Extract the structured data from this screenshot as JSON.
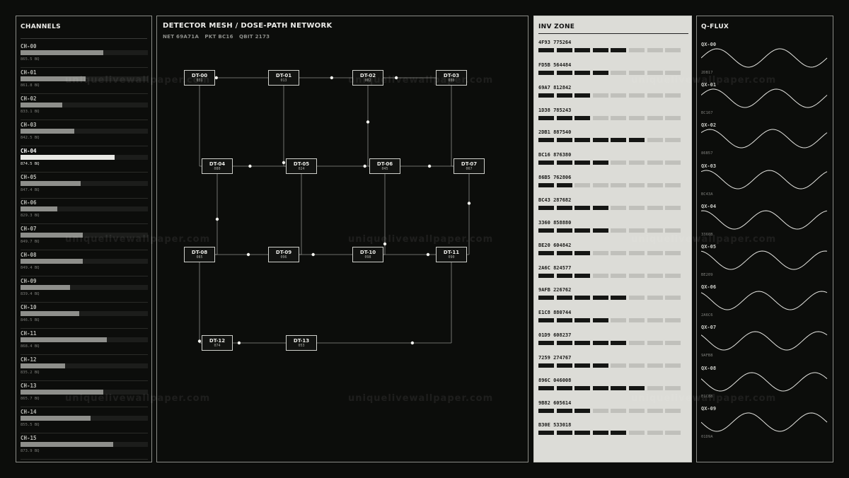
{
  "channels": {
    "title": "CHANNELS",
    "active_index": 4,
    "items": [
      {
        "name": "CH-00",
        "value": "865.5 BQ",
        "level": 0.65
      },
      {
        "name": "CH-01",
        "value": "861.8 BQ",
        "level": 0.51
      },
      {
        "name": "CH-02",
        "value": "833.1 BQ",
        "level": 0.33
      },
      {
        "name": "CH-03",
        "value": "842.5 BQ",
        "level": 0.42
      },
      {
        "name": "CH-04",
        "value": "874.5 BQ",
        "level": 0.74
      },
      {
        "name": "CH-05",
        "value": "847.4 BQ",
        "level": 0.47
      },
      {
        "name": "CH-06",
        "value": "829.3 BQ",
        "level": 0.29
      },
      {
        "name": "CH-07",
        "value": "849.7 BQ",
        "level": 0.49
      },
      {
        "name": "CH-08",
        "value": "849.4 BQ",
        "level": 0.49
      },
      {
        "name": "CH-09",
        "value": "839.4 BQ",
        "level": 0.39
      },
      {
        "name": "CH-10",
        "value": "846.5 BQ",
        "level": 0.46
      },
      {
        "name": "CH-11",
        "value": "868.4 BQ",
        "level": 0.68
      },
      {
        "name": "CH-12",
        "value": "835.2 BQ",
        "level": 0.35
      },
      {
        "name": "CH-13",
        "value": "865.7 BQ",
        "level": 0.65
      },
      {
        "name": "CH-14",
        "value": "855.5 BQ",
        "level": 0.55
      },
      {
        "name": "CH-15",
        "value": "873.9 BQ",
        "level": 0.73
      }
    ]
  },
  "mesh": {
    "title": "DETECTOR MESH / DOSE-PATH NETWORK",
    "net_label": "NET 69A71A",
    "pkt_label": "PKT BC16",
    "qbit_label": "QBIT 2173",
    "nodes": [
      {
        "id": "DT-00",
        "value": "031"
      },
      {
        "id": "DT-01",
        "value": "013"
      },
      {
        "id": "DT-02",
        "value": "002"
      },
      {
        "id": "DT-03",
        "value": "080"
      },
      {
        "id": "DT-04",
        "value": "080"
      },
      {
        "id": "DT-05",
        "value": "024"
      },
      {
        "id": "DT-06",
        "value": "045"
      },
      {
        "id": "DT-07",
        "value": "067"
      },
      {
        "id": "DT-08",
        "value": "085"
      },
      {
        "id": "DT-09",
        "value": "096"
      },
      {
        "id": "DT-10",
        "value": "098"
      },
      {
        "id": "DT-11",
        "value": "090"
      },
      {
        "id": "DT-12",
        "value": "074"
      },
      {
        "id": "DT-13",
        "value": "053"
      }
    ]
  },
  "inv_zone": {
    "title": "INV ZONE",
    "segments_total": 8,
    "rows": [
      {
        "label": "4F93 775264",
        "filled": 5
      },
      {
        "label": "FD5B 564484",
        "filled": 4
      },
      {
        "label": "69A7 812842",
        "filled": 3
      },
      {
        "label": "1D38 785243",
        "filled": 3
      },
      {
        "label": "2DB1 887540",
        "filled": 6
      },
      {
        "label": "BC16 876380",
        "filled": 4
      },
      {
        "label": "86B5 762806",
        "filled": 2
      },
      {
        "label": "BC43 287682",
        "filled": 4
      },
      {
        "label": "3360 858880",
        "filled": 4
      },
      {
        "label": "BE20 604842",
        "filled": 3
      },
      {
        "label": "2A6C 824577",
        "filled": 3
      },
      {
        "label": "9AFB 226762",
        "filled": 5
      },
      {
        "label": "E1C8 880744",
        "filled": 4
      },
      {
        "label": "01D9 608237",
        "filled": 5
      },
      {
        "label": "7259 274767",
        "filled": 4
      },
      {
        "label": "896C 046008",
        "filled": 6
      },
      {
        "label": "9B82 605614",
        "filled": 3
      },
      {
        "label": "B30E 533018",
        "filled": 5
      }
    ]
  },
  "qflux": {
    "title": "Q-FLUX",
    "items": [
      {
        "name": "QX-00",
        "value": "2DB17"
      },
      {
        "name": "QX-01",
        "value": "BC167"
      },
      {
        "name": "QX-02",
        "value": "86B57"
      },
      {
        "name": "QX-03",
        "value": "BC43A"
      },
      {
        "name": "QX-04",
        "value": "3360B"
      },
      {
        "name": "QX-05",
        "value": "BE209"
      },
      {
        "name": "QX-06",
        "value": "2A6C6"
      },
      {
        "name": "QX-07",
        "value": "9AFB8"
      },
      {
        "name": "QX-08",
        "value": "E1C88"
      },
      {
        "name": "QX-09",
        "value": "01D9A"
      }
    ]
  },
  "watermark": "uniquelivewallpaper.com",
  "colors": {
    "background": "#0c0d0b",
    "panel_border": "#8a8c87",
    "inv_zone_bg": "#dcdcd7",
    "active_bar": "#e8e8e4",
    "bar": "#8e8f8b"
  }
}
